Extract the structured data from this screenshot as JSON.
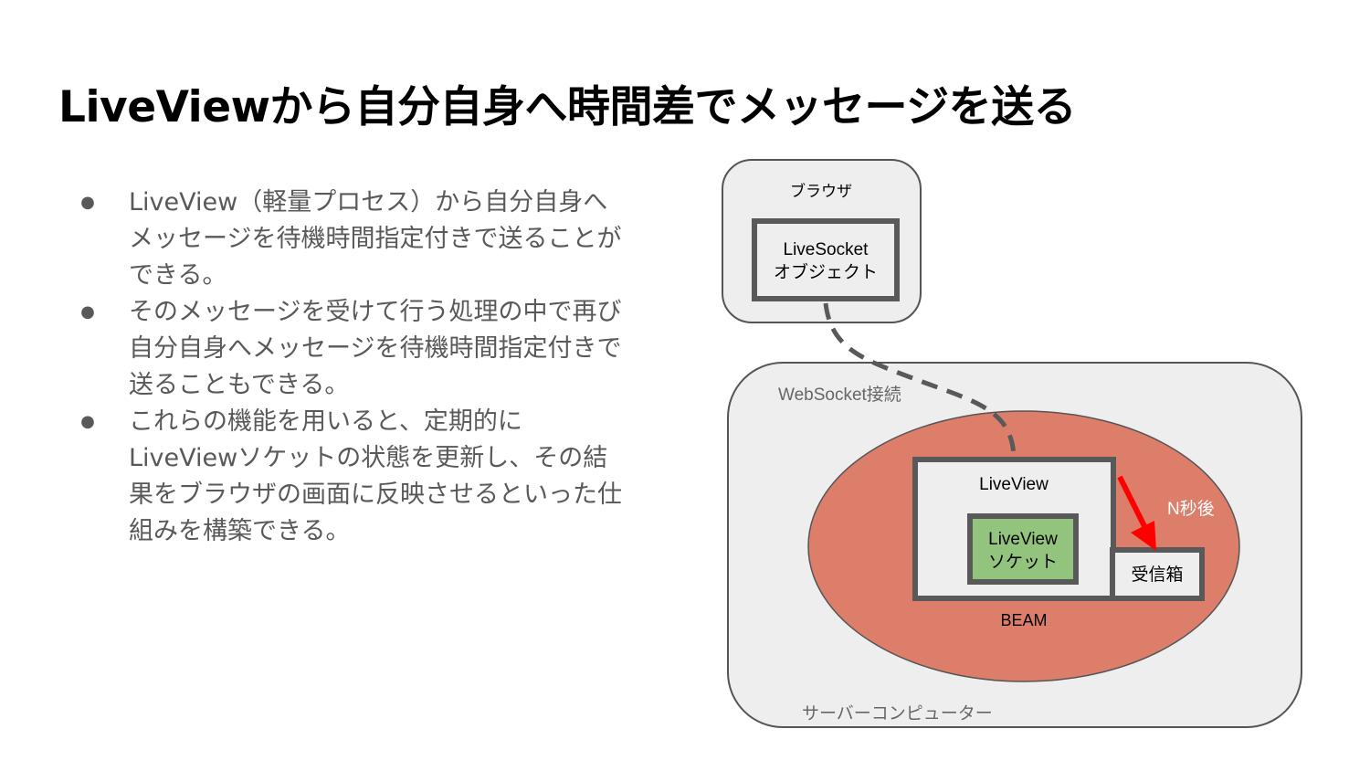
{
  "slide": {
    "title": "LiveViewから自分自身へ時間差でメッセージを送る",
    "bullets": [
      "LiveView（軽量プロセス）から自分自身へメッセージを待機時間指定付きで送ることができる。",
      "そのメッセージを受けて行う処理の中で再び自分自身へメッセージを待機時間指定付きで送ることもできる。",
      "これらの機能を用いると、定期的にLiveViewソケットの状態を更新し、その結果をブラウザの画面に反映させるといった仕組みを構築できる。"
    ],
    "bullet_symbol": "●"
  },
  "diagram": {
    "browser_label": "ブラウザ",
    "livesocket_line1": "LiveSocket",
    "livesocket_line2": "オブジェクト",
    "websocket_label": "WebSocket接続",
    "liveview_label": "LiveView",
    "socket_line1": "LiveView",
    "socket_line2": "ソケット",
    "delay_label": "N秒後",
    "inbox_label": "受信箱",
    "beam_label": "BEAM",
    "server_label": "サーバーコンピューター"
  },
  "colors": {
    "title": "#000000",
    "bullet_text": "#595959",
    "container_fill": "#eeeeee",
    "container_stroke": "#555555",
    "box_stroke": "#595959",
    "beam_fill": "#dd7e6b",
    "socket_fill": "#93c47d",
    "arrow": "#ff0000",
    "delay_text": "#ffffff"
  },
  "icons": {
    "bullet": "filled-circle",
    "arrow": "red-arrow-down"
  }
}
